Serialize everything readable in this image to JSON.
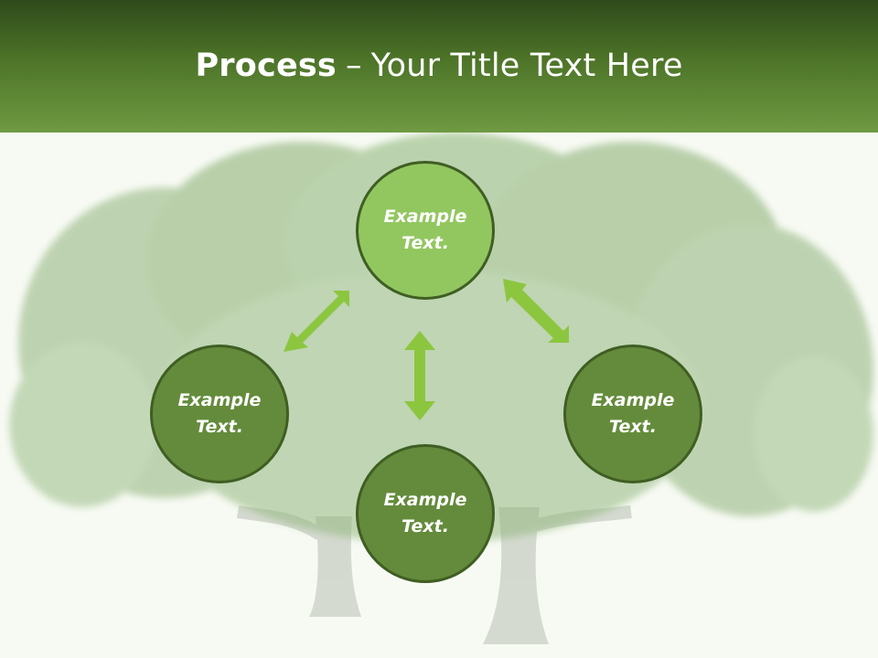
{
  "title": {
    "bold": "Process",
    "dash": "–",
    "rest": "Your Title Text Here"
  },
  "nodes": {
    "top": {
      "label": "Example Text."
    },
    "left": {
      "label": "Example Text."
    },
    "right": {
      "label": "Example Text."
    },
    "bottom": {
      "label": "Example Text."
    }
  },
  "colors": {
    "header_dark": "#2f4a1b",
    "header_light": "#6f9a42",
    "node_light": "#92c760",
    "node_dark": "#648b3b",
    "node_border": "#3f5e23",
    "arrow": "#8cc63f"
  }
}
